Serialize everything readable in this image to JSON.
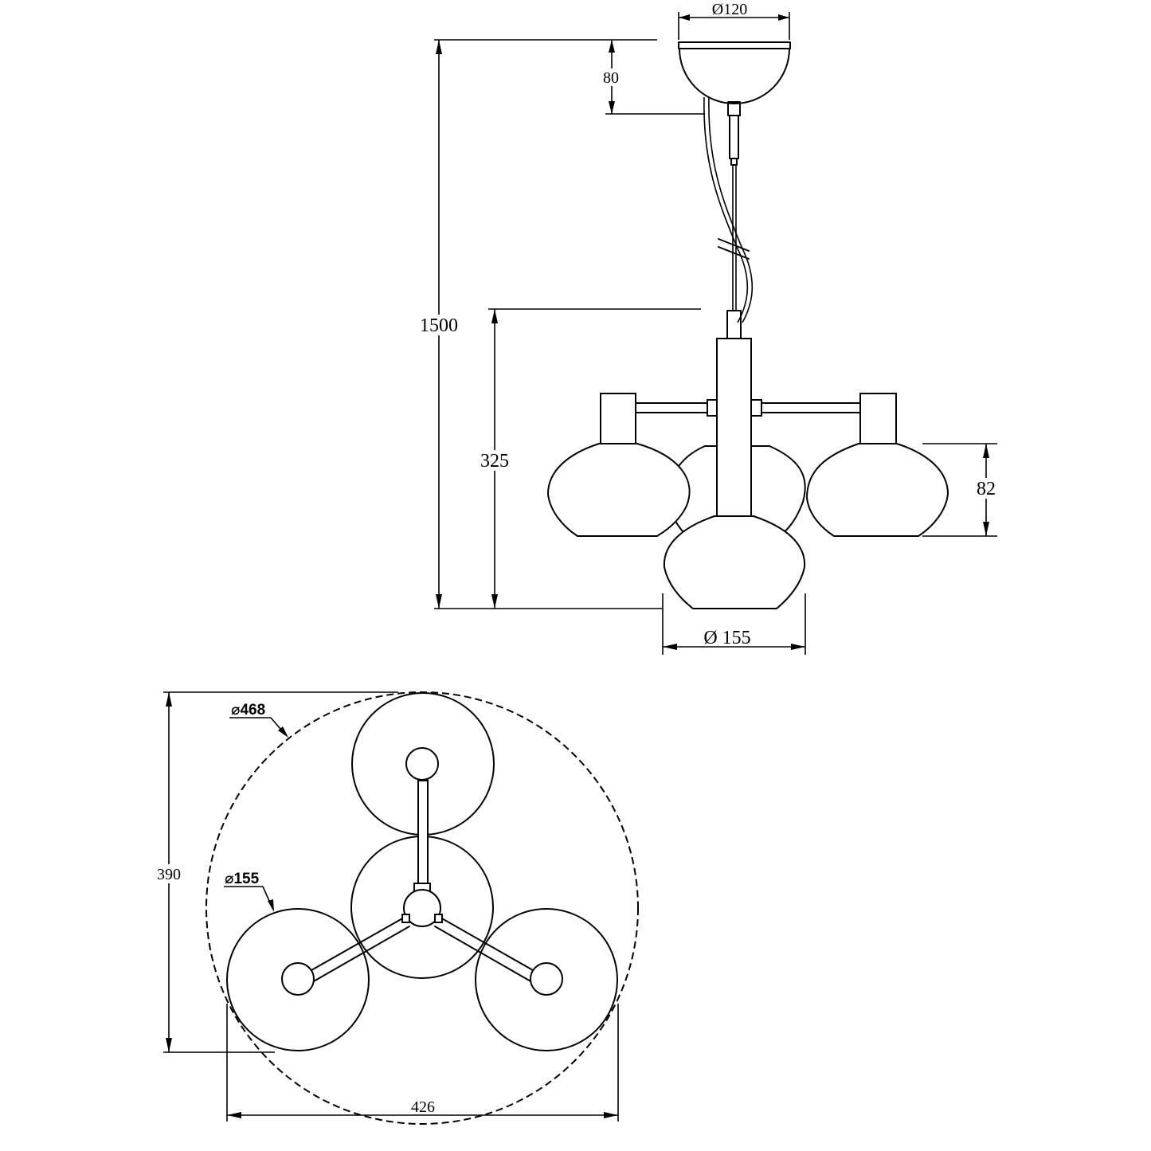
{
  "side_view": {
    "canopy_diameter_label": "Ø120",
    "canopy_height_label": "80",
    "overall_height_label": "1500",
    "body_height_label": "325",
    "shade_height_label": "82",
    "shade_diameter_label": "Ø 155"
  },
  "top_view": {
    "overall_diameter_label": "⌀468",
    "shade_diameter_label": "⌀155",
    "depth_label": "390",
    "width_label": "426"
  }
}
